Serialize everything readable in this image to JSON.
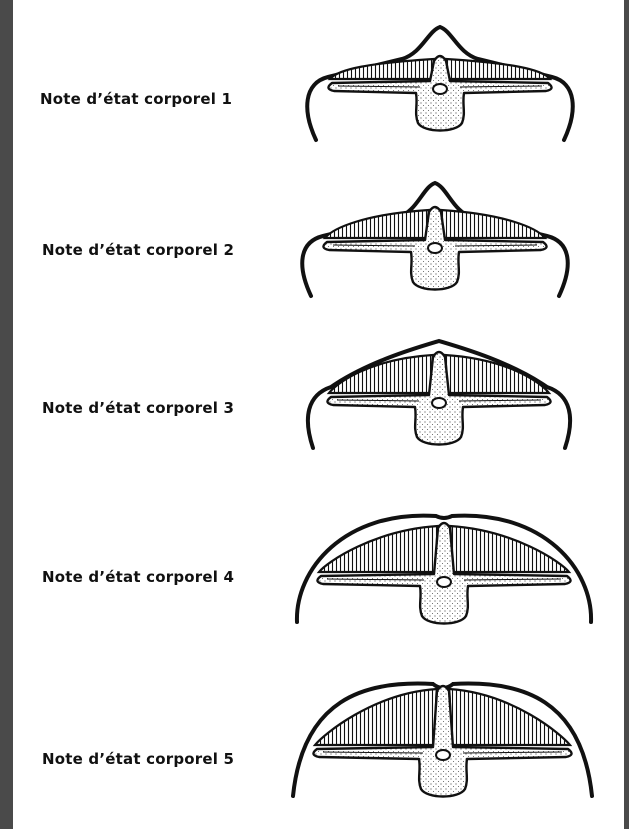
{
  "colors": {
    "background": "#ffffff",
    "frame": "#4a4a4a",
    "ink": "#111111"
  },
  "rows": [
    {
      "label": "Note d’état corporel 1",
      "score": 1
    },
    {
      "label": "Note d’état corporel 2",
      "score": 2
    },
    {
      "label": "Note d’état corporel 3",
      "score": 3
    },
    {
      "label": "Note d’état corporel 4",
      "score": 4
    },
    {
      "label": "Note d’état corporel 5",
      "score": 5
    }
  ]
}
